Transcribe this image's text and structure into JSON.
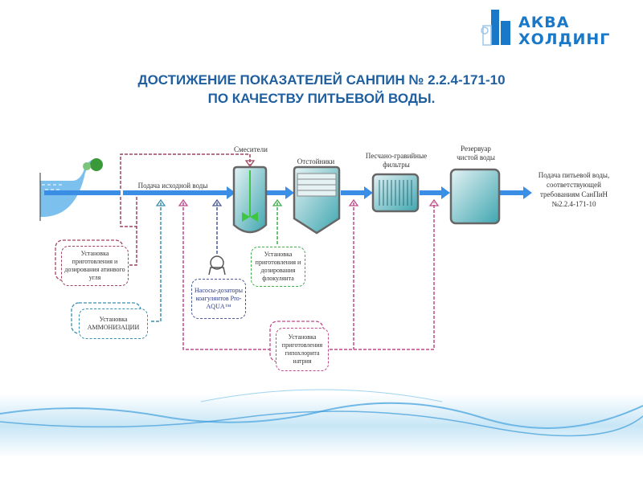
{
  "logo": {
    "line1": "АКВА",
    "line2": "ХОЛДИНГ"
  },
  "title": {
    "line1": "ДОСТИЖЕНИЕ ПОКАЗАТЕЛЕЙ САНПИН № 2.2.4-171-10",
    "line2": "ПО КАЧЕСТВУ ПИТЬЕВОЙ ВОДЫ."
  },
  "diagram": {
    "raw_water": "Подача исходной воды",
    "mixers": "Смесители",
    "settlers": "Отстойники",
    "filters": "Песчано-гравийные фильтры",
    "reservoir": "Резервуар чистой воды",
    "output": "Подача питьевой воды, соответствующей требованиям СанПиН №2.2.4-171-10",
    "carbon_unit": "Установка приготовления и дозирования атинвого угля",
    "ammonia_unit": "Установка АММОНИЗАЦИИ",
    "pumps": "Насосы-дозаторы коагулянтов Pro-AQUA™",
    "flocculant_unit": "Установка приготовления и дозирования флокулянта",
    "hypochlorite_unit": "Установка приготовления гипохлорита натрия"
  },
  "colors": {
    "accent": "#1a78c8",
    "pipe": "#3a8ee6",
    "carbon": "#a0445e",
    "ammonia": "#3a8fb0",
    "pumps": "#4a5a9a",
    "flocculant": "#3fae4f",
    "hypochlorite": "#c04a8a"
  }
}
